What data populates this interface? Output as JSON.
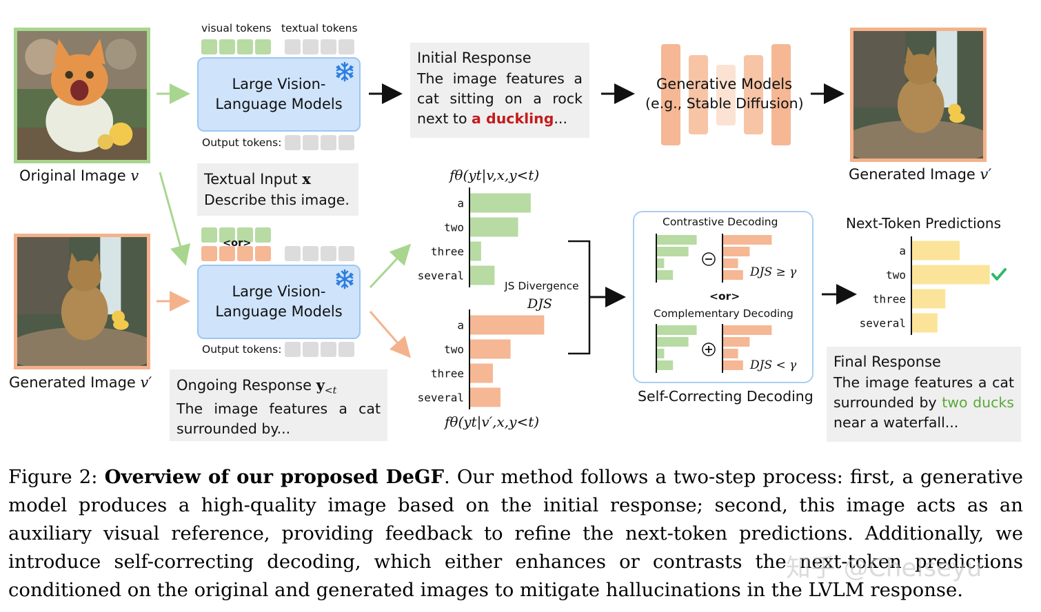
{
  "figure": {
    "original_image_label": "Original Image",
    "original_image_symbol": "v",
    "generated_image_label": "Generated Image",
    "generated_image_symbol": "v′",
    "visual_tokens_label": "visual tokens",
    "textual_tokens_label": "textual tokens",
    "output_tokens_label": "Output tokens:",
    "or_label": "<or>",
    "lvlm_line1": "Large Vision-",
    "lvlm_line2": "Language Models",
    "textual_input_heading": "Textual Input",
    "textual_input_symbol": "x",
    "textual_input_text": "Describe this image.",
    "initial_response_heading": "Initial Response",
    "initial_response_text": "The image features a cat sitting on a rock next to",
    "initial_response_highlight": "a duckling",
    "initial_response_tail": "...",
    "generative_models_title": "Generative Models",
    "generative_models_subtitle": "(e.g., Stable Diffusion)",
    "ongoing_response_heading": "Ongoing Response",
    "ongoing_response_symbol": "y",
    "ongoing_response_subscript": "<t",
    "ongoing_response_text": "The image features a cat surrounded by...",
    "top_dist_label": "fθ(yt|v,x,y<t)",
    "bottom_dist_label": "fθ(yt|v′,x,y<t)",
    "js_divergence_label": "JS Divergence",
    "js_symbol": "DJS",
    "contrastive_label": "Contrastive Decoding",
    "contrastive_condition": "DJS ≥ γ",
    "complementary_label": "Complementary Decoding",
    "complementary_condition": "DJS < γ",
    "self_correcting_label": "Self-Correcting Decoding",
    "next_token_label": "Next-Token Predictions",
    "final_response_heading": "Final Response",
    "final_response_text": "The image features a cat surrounded by",
    "final_response_highlight": "two ducks",
    "final_response_tail": "near a waterfall...",
    "tokens": [
      "a",
      "two",
      "three",
      "several"
    ],
    "top_dist_values": [
      0.72,
      0.57,
      0.13,
      0.29
    ],
    "bottom_dist_values": [
      0.88,
      0.48,
      0.27,
      0.36
    ],
    "next_token_values": [
      0.6,
      0.98,
      0.42,
      0.32
    ],
    "colors": {
      "green": "#b7dba3",
      "orange": "#f5b794",
      "yellow": "#fbe49a",
      "blue": "#cfe3fb",
      "checkmark": "#2fb86b"
    }
  },
  "caption": {
    "prefix": "Figure 2:",
    "bold": "Overview of our proposed DeGF",
    "text": ". Our method follows a two-step process: first, a generative model produces a high-quality image based on the initial response; second, this image acts as an auxiliary visual reference, providing feedback to refine the next-token predictions. Additionally, we introduce self-correcting decoding, which either enhances or contrasts the next-token predictions conditioned on the original and generated images to mitigate hallucinations in the LVLM response."
  },
  "watermark": "知乎 @Chelseyu"
}
